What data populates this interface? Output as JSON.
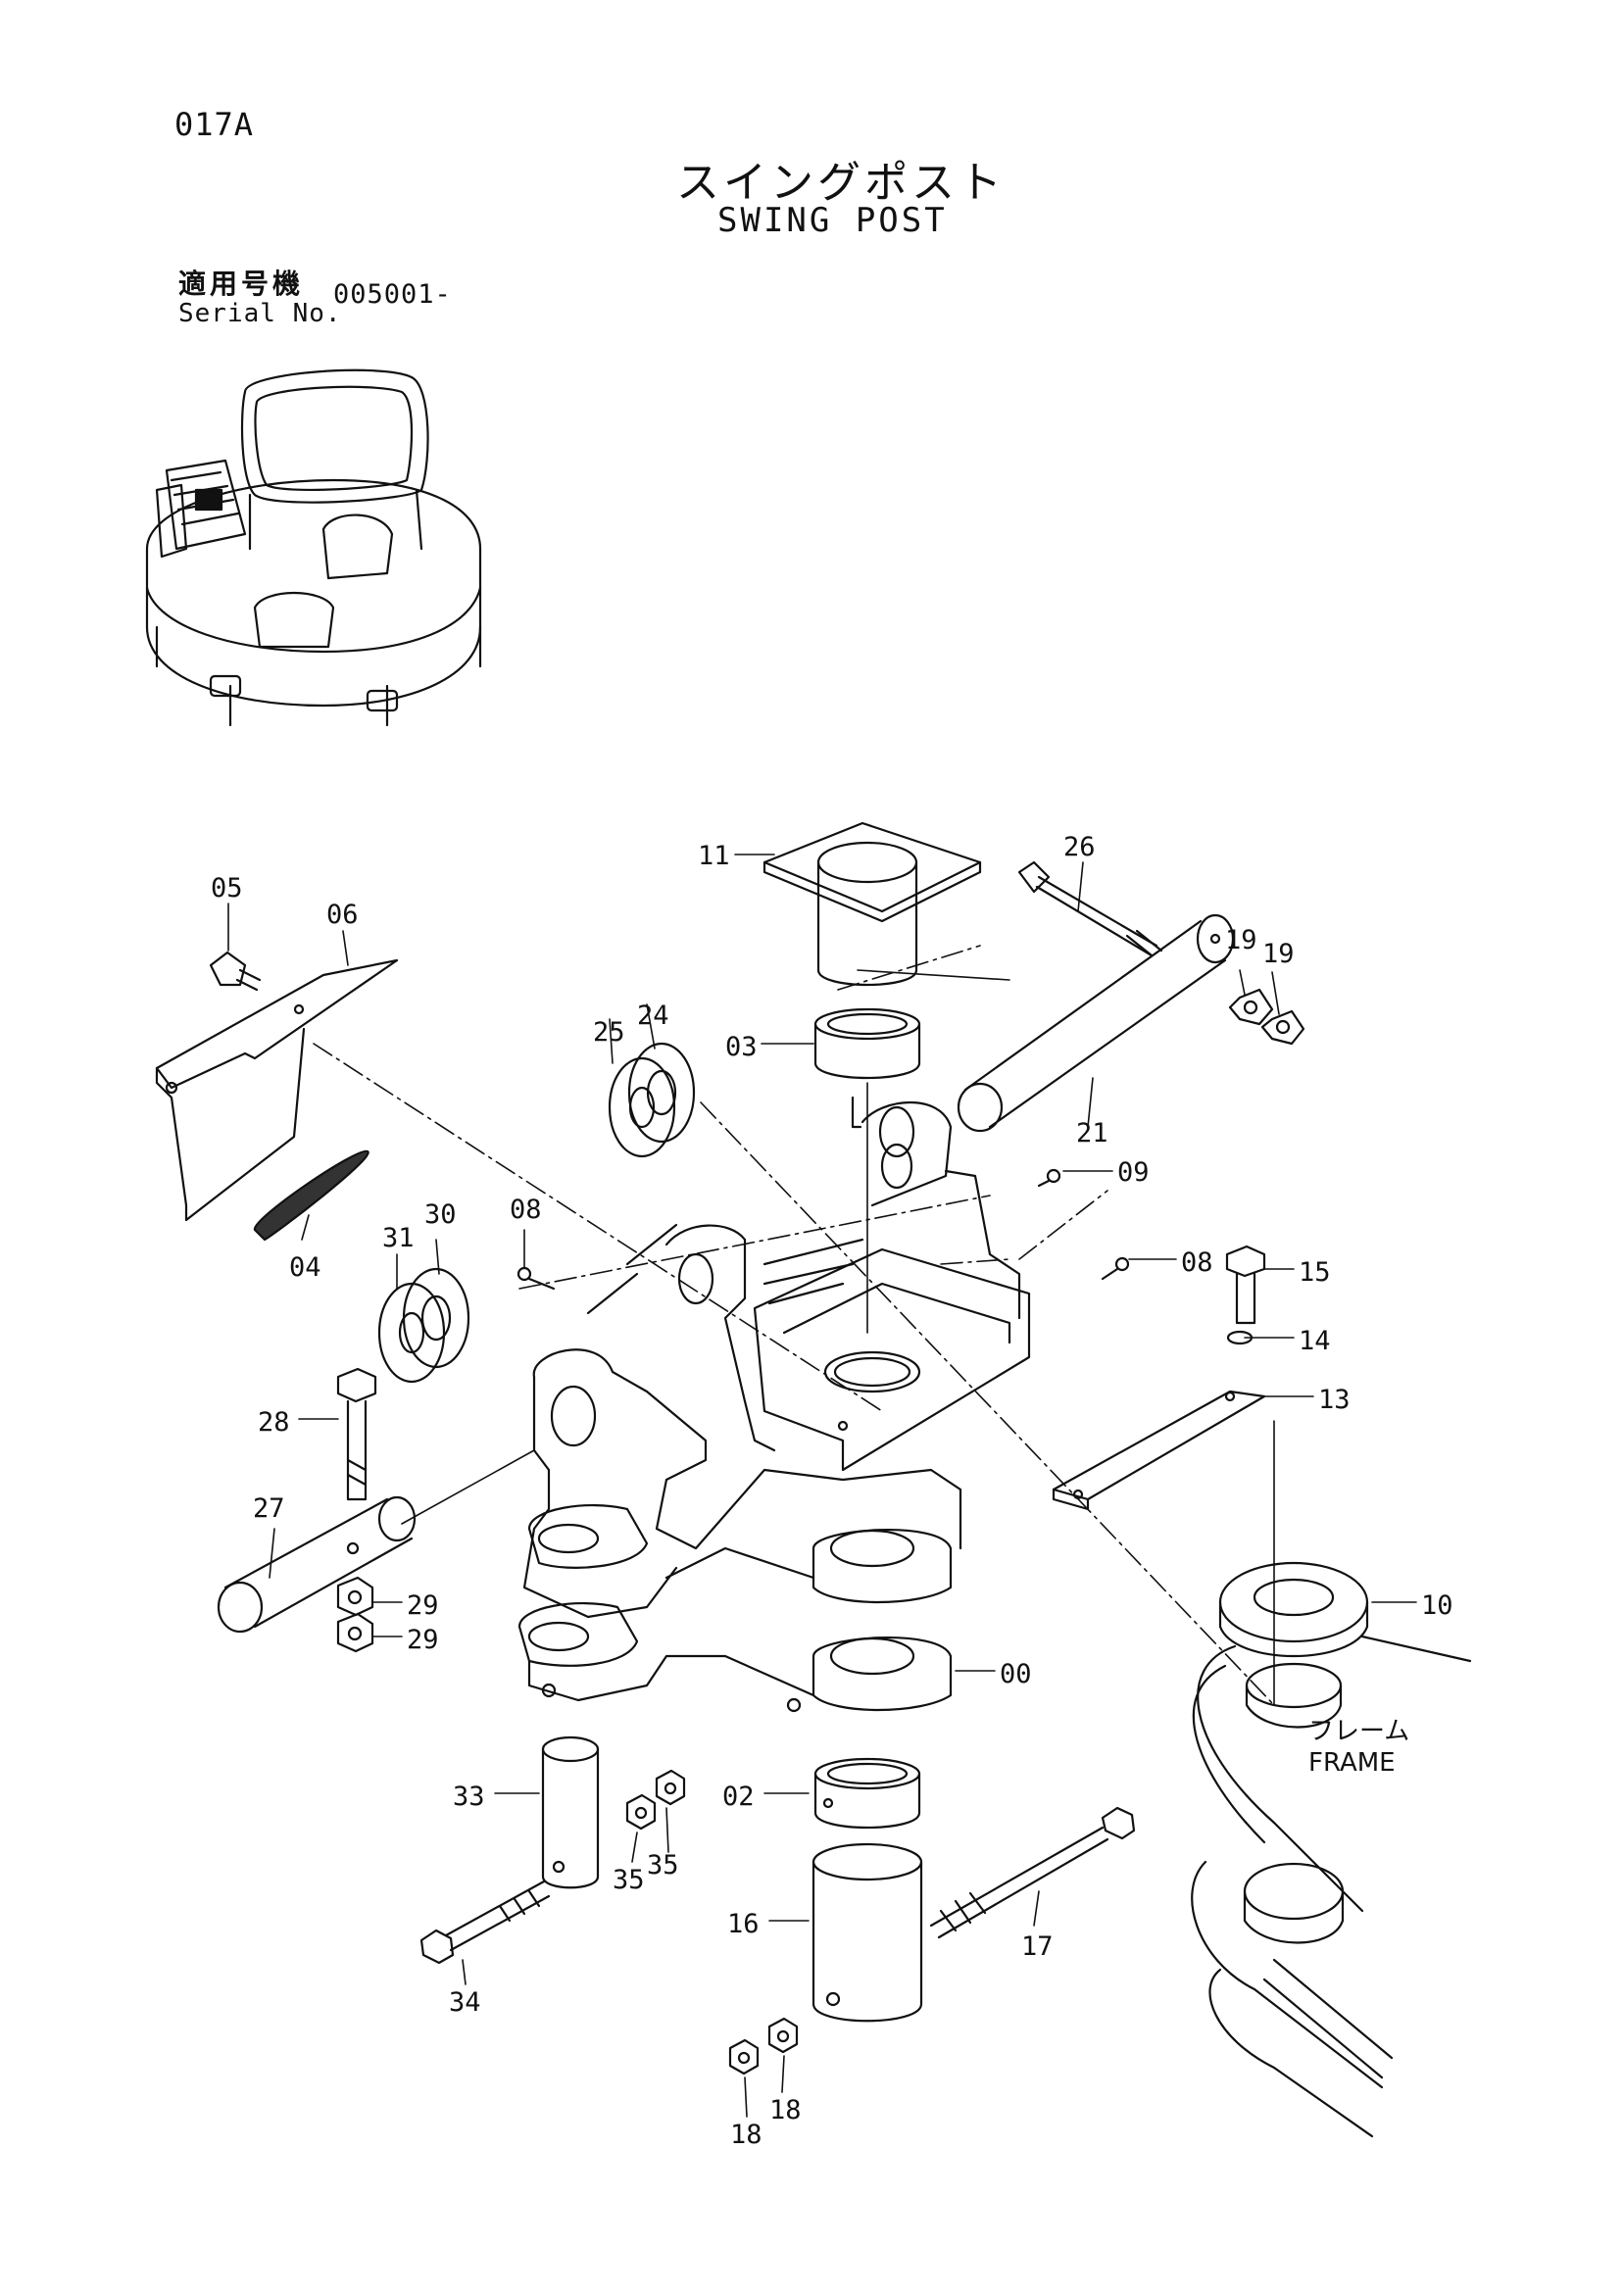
{
  "header": {
    "page_code": "017A",
    "title_jp": "スイングポスト",
    "title_en": "SWING POST",
    "serial_label_jp": "適用号機",
    "serial_label_en": "Serial No.",
    "serial_value": "005001-"
  },
  "parts": {
    "p00": "00",
    "p02": "02",
    "p03": "03",
    "p04": "04",
    "p05": "05",
    "p06": "06",
    "p08a": "08",
    "p08b": "08",
    "p09": "09",
    "p10": "10",
    "p11": "11",
    "p13": "13",
    "p14": "14",
    "p15": "15",
    "p16": "16",
    "p17": "17",
    "p18a": "18",
    "p18b": "18",
    "p19a": "19",
    "p19b": "19",
    "p21": "21",
    "p24": "24",
    "p25": "25",
    "p26": "26",
    "p27": "27",
    "p28": "28",
    "p29a": "29",
    "p29b": "29",
    "p30": "30",
    "p31": "31",
    "p33": "33",
    "p34": "34",
    "p35a": "35",
    "p35b": "35"
  },
  "frame_label": {
    "jp": "フレーム",
    "en": "FRAME"
  }
}
